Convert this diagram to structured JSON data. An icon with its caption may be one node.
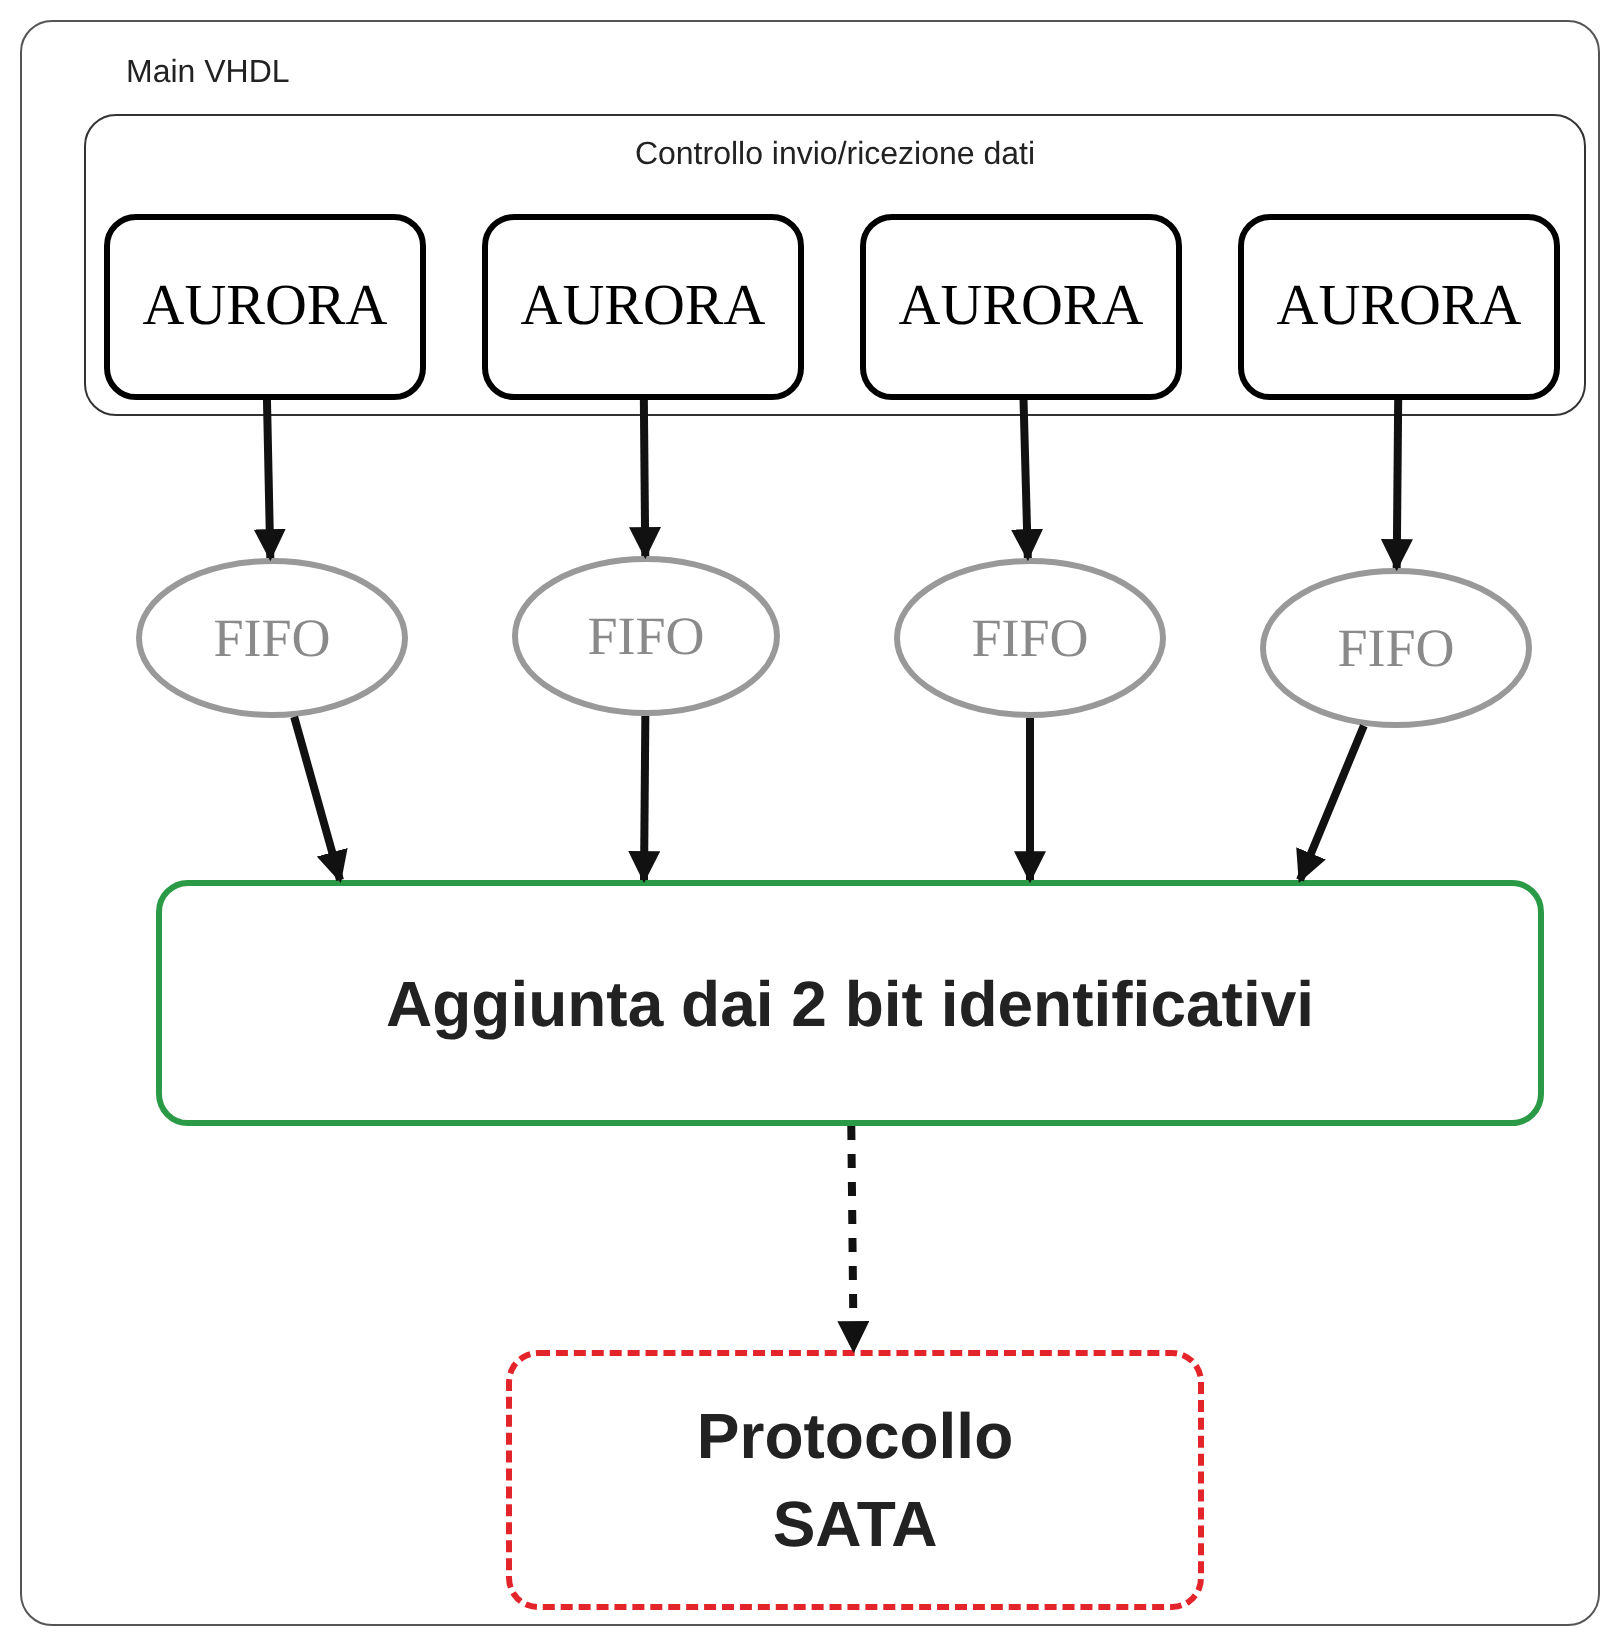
{
  "diagram": {
    "nodes": [
      {
        "text": [
          "Main VHDL"
        ]
      },
      {
        "text": [
          "Controllo invio/ricezione dati"
        ],
        "in": 0
      },
      {
        "text": [
          "AURORA"
        ],
        "in": 1
      },
      {
        "text": [
          "AURORA"
        ],
        "in": 1
      },
      {
        "text": [
          "AURORA"
        ],
        "in": 1
      },
      {
        "text": [
          "AURORA"
        ],
        "in": 1
      },
      {
        "text": [
          "FIFO"
        ],
        "in": 0
      },
      {
        "text": [
          "FIFO"
        ],
        "in": 0
      },
      {
        "text": [
          "FIFO"
        ],
        "in": 0
      },
      {
        "text": [
          "FIFO"
        ],
        "in": 0
      },
      {
        "text": [
          "Aggiunta dai 2 bit identificativi"
        ],
        "in": 0
      },
      {
        "text": [
          "Protocollo SATA"
        ],
        "in": 0
      }
    ],
    "edges": [
      {
        "from": 2,
        "to": 6,
        "arrow": "to"
      },
      {
        "from": 3,
        "to": 7,
        "arrow": "to"
      },
      {
        "from": 4,
        "to": 8,
        "arrow": "to"
      },
      {
        "from": 5,
        "to": 9,
        "arrow": "to"
      },
      {
        "from": 6,
        "to": 10,
        "arrow": "to"
      },
      {
        "from": 7,
        "to": 10,
        "arrow": "to"
      },
      {
        "from": 8,
        "to": 10,
        "arrow": "to"
      },
      {
        "from": 9,
        "to": 10,
        "arrow": "to"
      },
      {
        "from": 10,
        "to": 11,
        "arrow": "to",
        "style": "dashed"
      }
    ]
  }
}
